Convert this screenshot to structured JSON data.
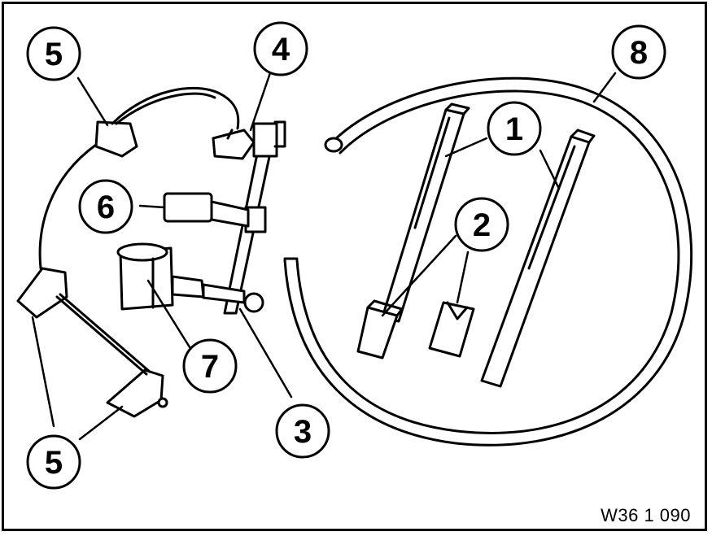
{
  "figure_code": "W36 1 090",
  "callouts": {
    "c1": "1",
    "c2": "2",
    "c3": "3",
    "c4": "4",
    "c5_top": "5",
    "c5_bottom": "5",
    "c6": "6",
    "c7": "7",
    "c8": "8"
  },
  "colors": {
    "line": "#000000",
    "fill": "#ffffff",
    "shade": "#d9d9d9"
  }
}
